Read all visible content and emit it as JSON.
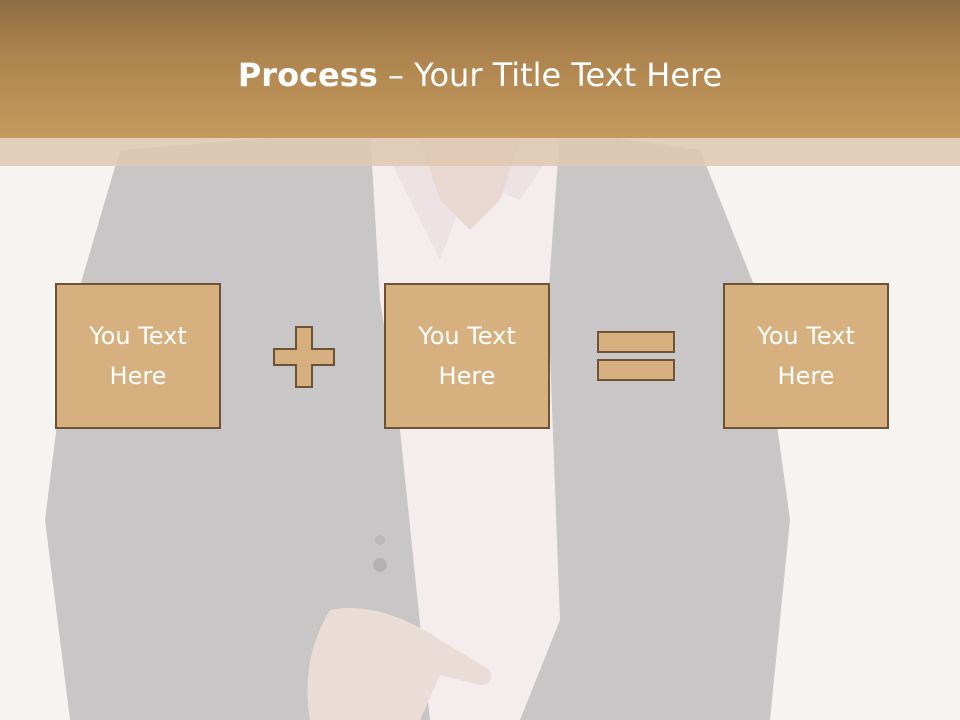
{
  "title": {
    "bold": "Process",
    "rest": " – Your Title Text Here"
  },
  "boxes": [
    {
      "text": "You Text Here"
    },
    {
      "text": "You Text Here"
    },
    {
      "text": "You Text Here"
    }
  ],
  "operators": {
    "first": "plus-icon",
    "second": "equals-icon"
  },
  "colors": {
    "title_bar": "#c59a5e",
    "box_fill": "#d6b07e",
    "box_border": "#6f5233",
    "operator_fill": "#d6b07e"
  }
}
